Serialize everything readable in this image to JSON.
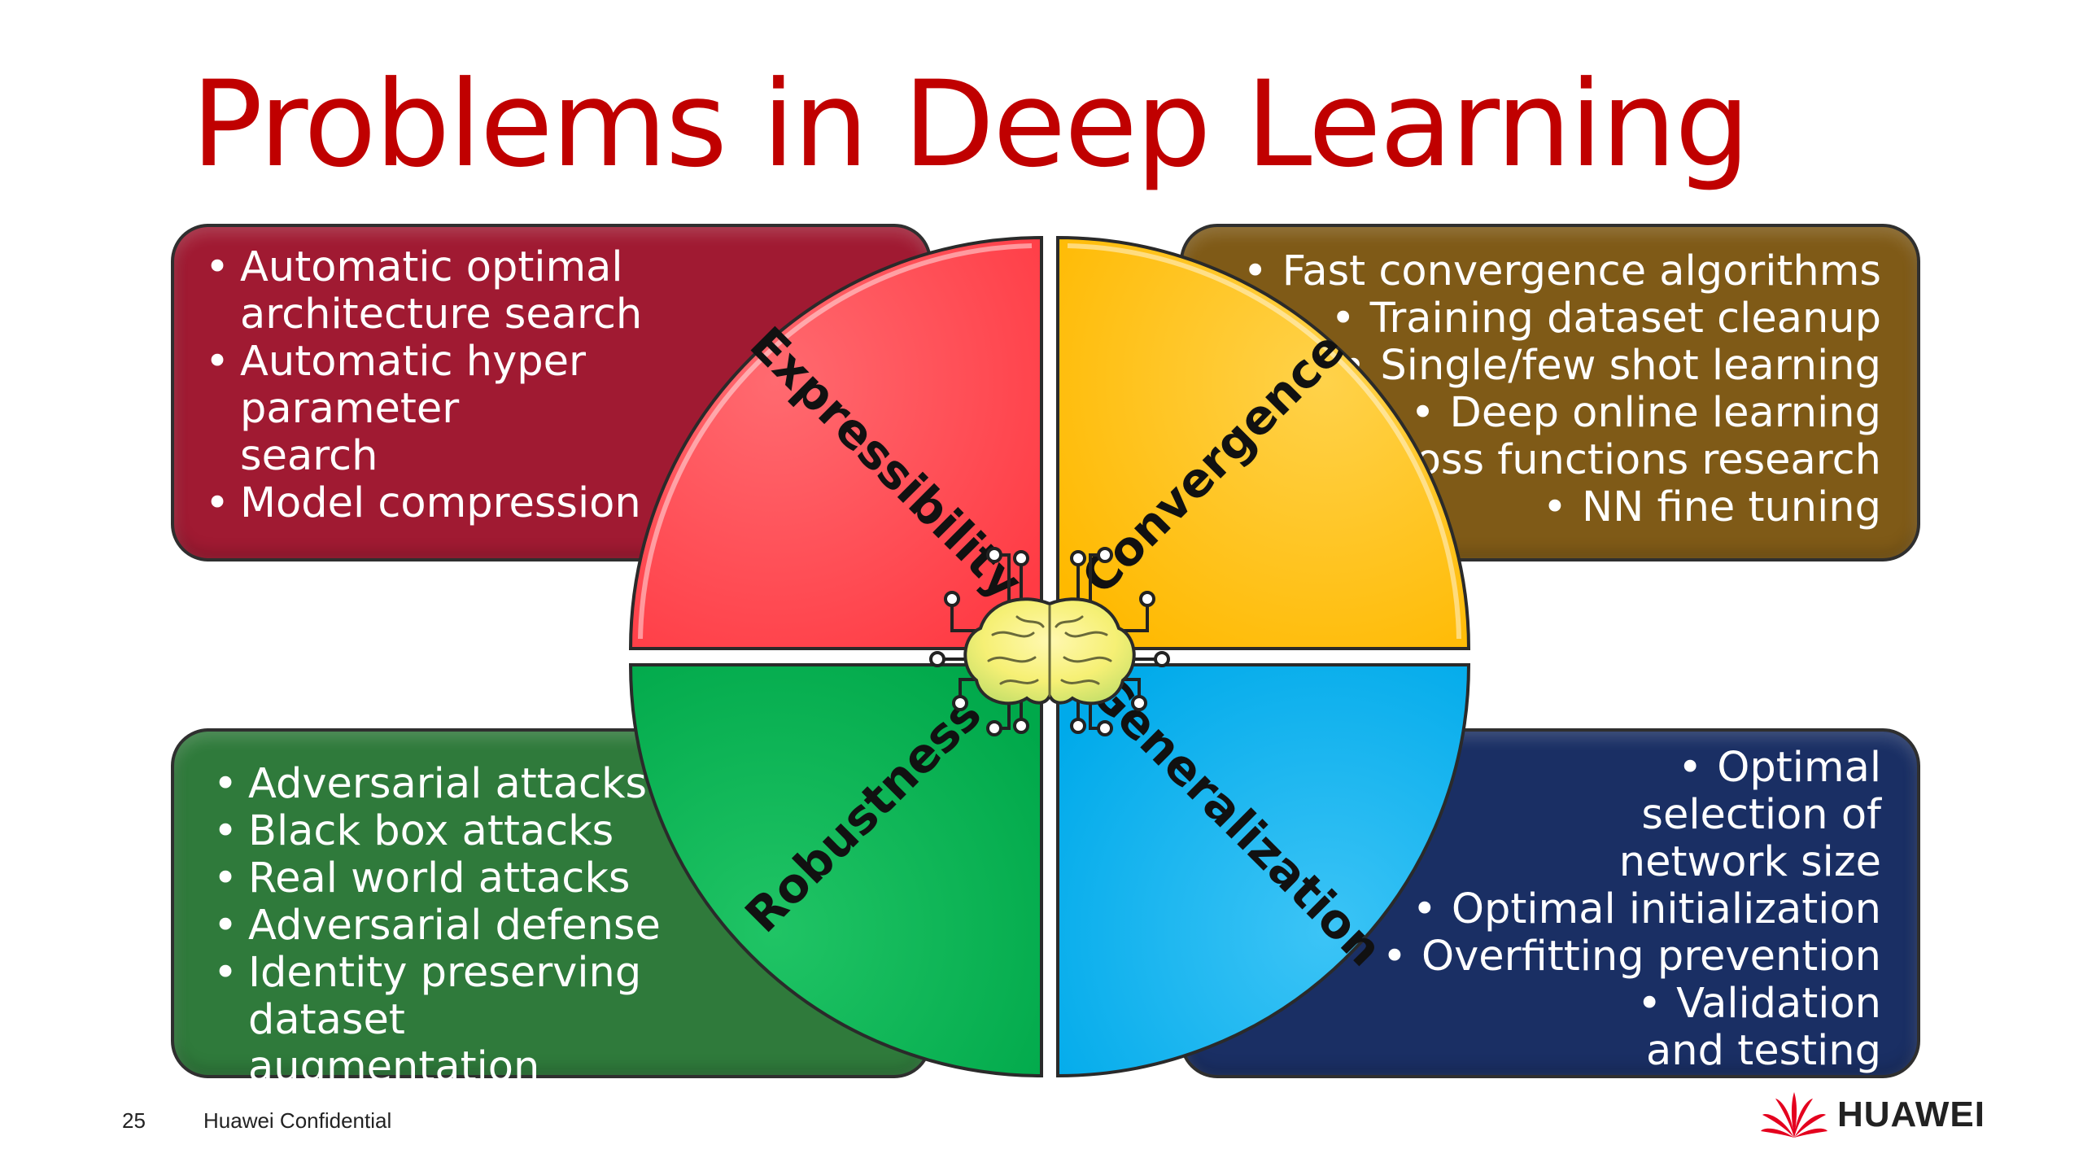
{
  "slide": {
    "title": "Problems in Deep Learning",
    "page_number": "25",
    "confidentiality": "Huawei Confidential",
    "brand": "HUAWEI"
  },
  "colors": {
    "title": "#c00000",
    "expressibility_fill": "#ff434b",
    "convergence_fill": "#ffc000",
    "robustness_fill": "#00b050",
    "generalization_fill": "#00b0f0",
    "box_tl": "#a01a32",
    "box_tr": "#7f5a17",
    "box_bl": "#2f7a3b",
    "box_br": "#1a2f64"
  },
  "quadrants": {
    "top_left": {
      "label": "Expressibility",
      "items": [
        "Automatic optimal architecture search",
        "Automatic hyper parameter search",
        "Model compression"
      ]
    },
    "top_right": {
      "label": "Convergence",
      "items": [
        "Fast convergence algorithms",
        "Training dataset cleanup",
        "Single/few shot learning",
        "Deep online learning",
        "Loss functions research",
        "NN fine tuning"
      ]
    },
    "bottom_left": {
      "label": "Robustness",
      "items": [
        "Adversarial attacks",
        "Black box attacks",
        "Real world attacks",
        "Adversarial defense",
        "Identity preserving dataset augmentation"
      ]
    },
    "bottom_right": {
      "label": "Generalization",
      "items": [
        "Optimal selection of network size",
        "Optimal initialization",
        "Overfitting prevention",
        "Validation and testing methodology"
      ]
    }
  },
  "icons": {
    "center": "brain-circuit-icon",
    "logo": "huawei-flower-icon"
  }
}
